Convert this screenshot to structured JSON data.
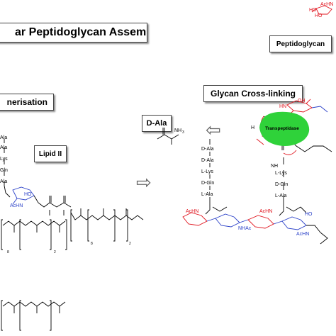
{
  "boxes": {
    "title": "ar Peptidoglycan Assembly",
    "peptidoglycan": "Peptidoglycan",
    "polymerisation": "nerisation",
    "crosslinking": "Glycan Cross-linking",
    "dala": "D-Ala",
    "lipid": "Lipid II"
  },
  "enzyme": {
    "label": "Transpeptidase",
    "color": "#2fd23a"
  },
  "left_peptide": [
    "Ala",
    "Ala",
    "Lys",
    "Gln",
    "Ala"
  ],
  "left_sugar": {
    "achn": "AcHN",
    "ho": "HO"
  },
  "left_lipid_subscripts": {
    "n8": "8",
    "n2": "2"
  },
  "dala_fragment": {
    "nh3": "NH",
    "nh3_sub": "3"
  },
  "middle_peptide": [
    "D-Ala",
    "D-Ala",
    "L-Lys",
    "D-Gln",
    "L-Ala"
  ],
  "right_peptide": [
    "L-Lys",
    "D-Gln",
    "L-Ala"
  ],
  "right_labels": {
    "hn": "HN",
    "nh": "NH",
    "h": "H",
    "oh": "OH"
  },
  "glycan_strand": {
    "achn1": "AcHN",
    "nhac": "NHAc",
    "achn2": "AcHN",
    "achn3": "AcHN",
    "ho": "HO"
  },
  "top_sugar": {
    "achn": "AcHN",
    "ho1": "HO",
    "ho2": "HO"
  },
  "arrows": {
    "forward": "⇨",
    "backward": "⇦"
  },
  "colors": {
    "red": "#e0141e",
    "blue": "#2a40c8",
    "box_border": "#444444"
  }
}
